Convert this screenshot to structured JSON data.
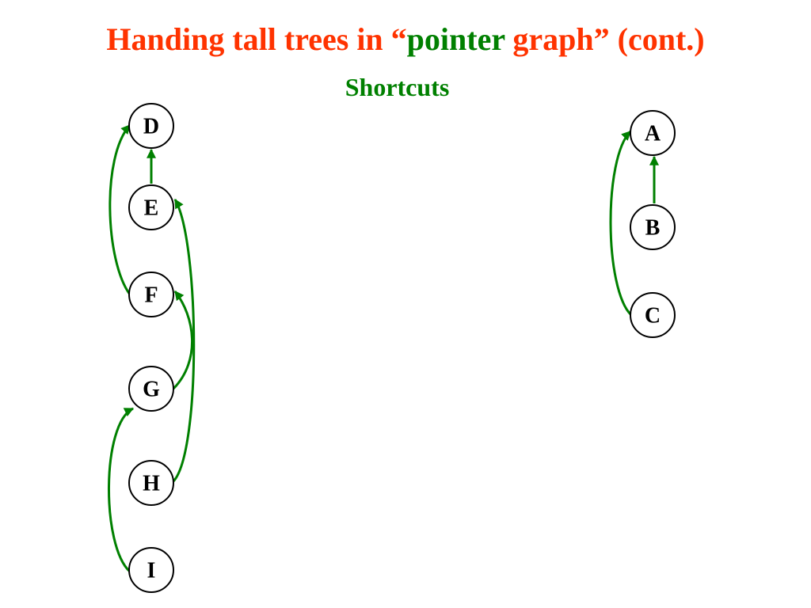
{
  "title": {
    "part1": "Handing tall trees in ",
    "open_quote": "“",
    "pointer": "pointer",
    "part2": " graph” (cont.)"
  },
  "subtitle": "Shortcuts",
  "colors": {
    "title_red": "#ff3300",
    "accent_green": "#008000",
    "node_stroke": "#000000"
  },
  "diagram": {
    "nodes": [
      "D",
      "E",
      "F",
      "G",
      "H",
      "I",
      "A",
      "B",
      "C"
    ],
    "edges": [
      {
        "from": "E",
        "to": "D"
      },
      {
        "from": "F",
        "to": "D"
      },
      {
        "from": "G",
        "to": "F"
      },
      {
        "from": "H",
        "to": "E"
      },
      {
        "from": "I",
        "to": "G"
      },
      {
        "from": "B",
        "to": "A"
      },
      {
        "from": "C",
        "to": "A"
      }
    ]
  }
}
